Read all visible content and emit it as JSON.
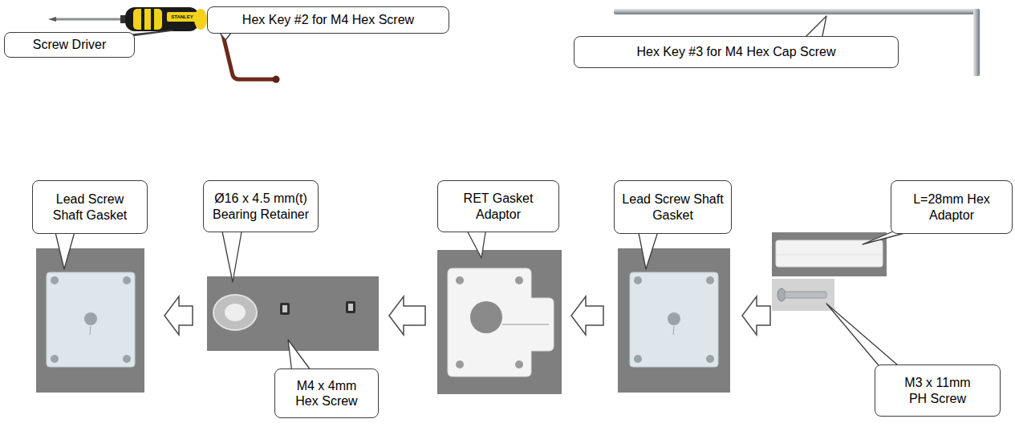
{
  "diagram": {
    "nodes": [
      {
        "text": [
          "Lead Screw Shaft Gasket"
        ]
      },
      {
        "text": [
          "Ø16 x 4.5 mm(t) Bearing Retainer",
          "M4 x 4mm Hex Screw"
        ]
      },
      {
        "text": [
          "RET Gasket Adaptor"
        ]
      },
      {
        "text": [
          "Lead Screw Shaft Gasket"
        ]
      },
      {
        "text": [
          "L=28mm Hex Adaptor",
          "M3 x 11mm PH Screw"
        ]
      }
    ],
    "edges": [
      {
        "from": 1,
        "to": 0,
        "arrow": "to"
      },
      {
        "from": 2,
        "to": 1,
        "arrow": "to"
      },
      {
        "from": 3,
        "to": 2,
        "arrow": "to"
      },
      {
        "from": 4,
        "to": 3,
        "arrow": "to"
      }
    ],
    "labels": [
      "Screw Driver",
      "Hex Key #2 for M4 Hex Screw",
      "Hex Key #3 for M4 Hex Cap Screw",
      "STANLEY"
    ]
  }
}
